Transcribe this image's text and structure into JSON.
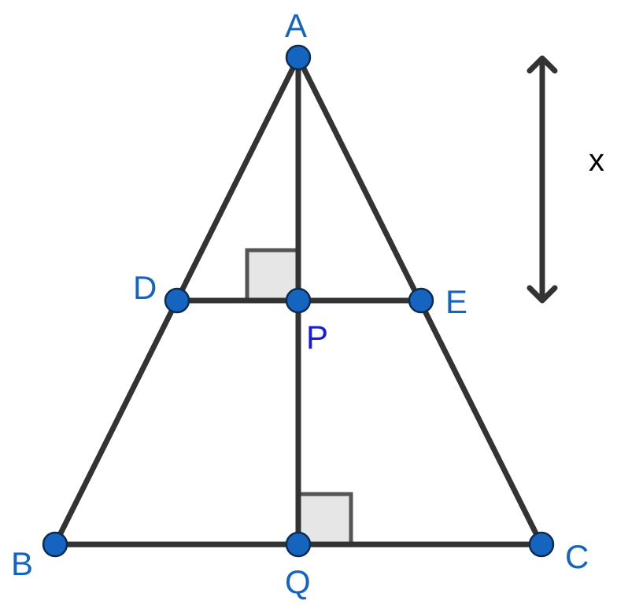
{
  "diagram": {
    "points": {
      "A": "A",
      "B": "B",
      "C": "C",
      "D": "D",
      "E": "E",
      "P": "P",
      "Q": "Q"
    },
    "height_label": "x"
  },
  "colors": {
    "line": "#333333",
    "point_fill": "#1565C0",
    "point_stroke": "#0d2b4e",
    "label_blue": "#1565C0",
    "label_dark_blue": "#1a1adb",
    "right_angle_fill": "#e6e6e6",
    "right_angle_stroke": "#555555",
    "text_black": "#000000"
  }
}
